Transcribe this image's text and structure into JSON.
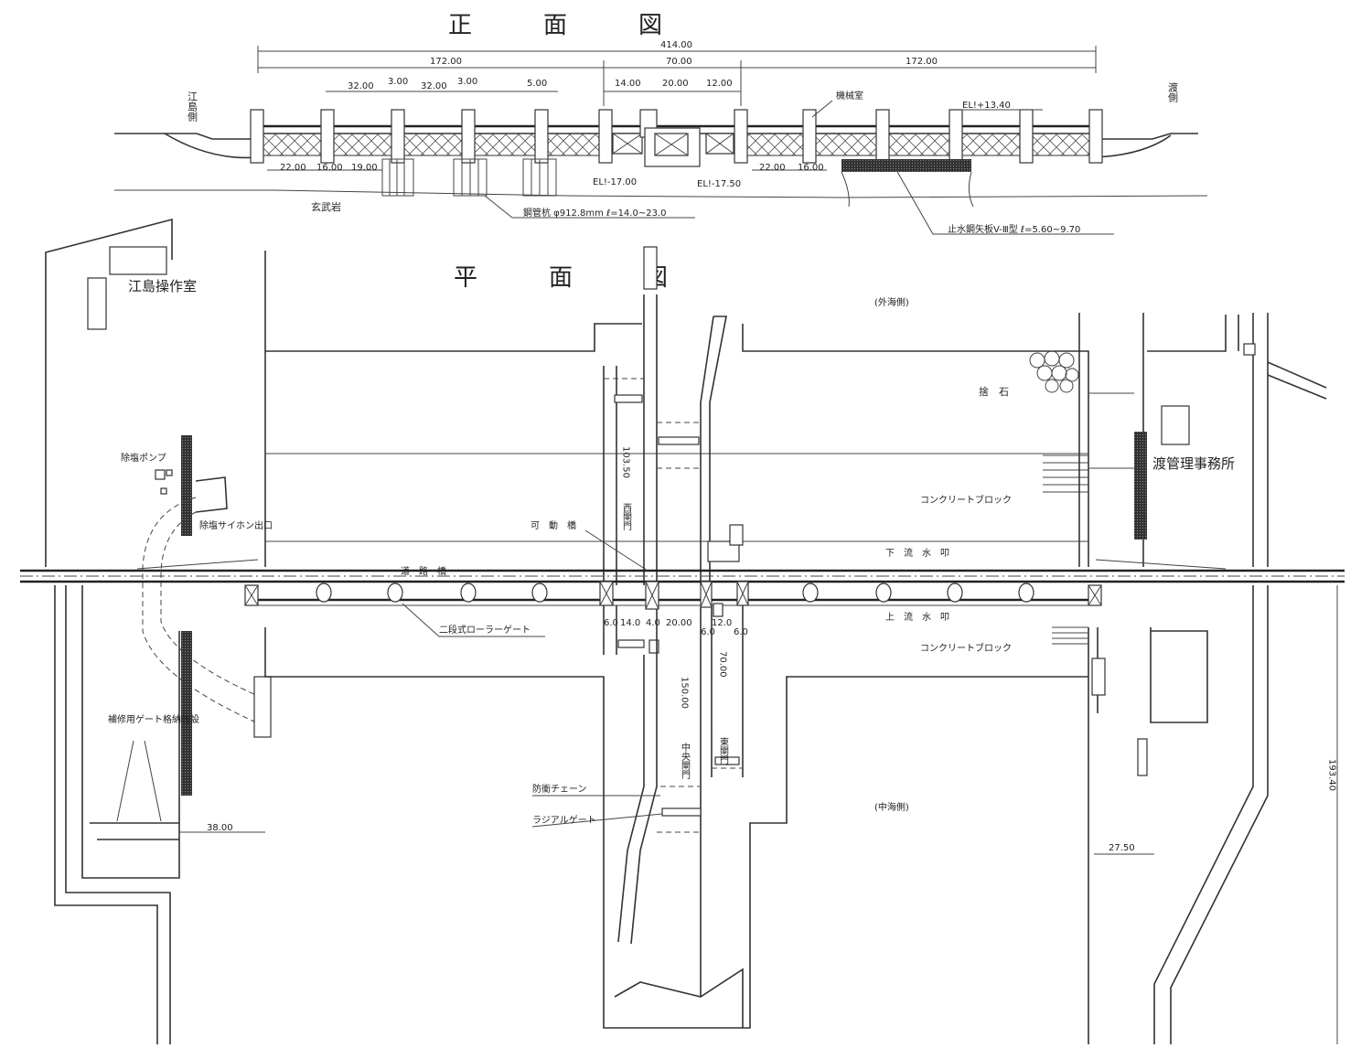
{
  "titles": {
    "elevation": "正　面　図",
    "plan": "平　面　図"
  },
  "elevation": {
    "overall": "414.00",
    "spans": [
      "172.00",
      "70.00",
      "172.00"
    ],
    "upper_dims": [
      "32.00",
      "3.00",
      "32.00",
      "3.00",
      "5.00",
      "14.00",
      "20.00",
      "12.00"
    ],
    "lower_dims_left": [
      "22.00",
      "16.00",
      "19.00"
    ],
    "lower_dims_right": [
      "22.00",
      "16.00"
    ],
    "left_side": "江島側",
    "right_side": "渡側",
    "el_left": "EL!-17.00",
    "el_mid": "EL!-17.50",
    "el_top": "EL!+13.40",
    "machine_room": "機械室",
    "rock": "玄武岩",
    "pile_note": "鋼管杭 φ912.8mm ℓ=14.0~23.0",
    "sheet_pile_note": "止水鋼矢板V-Ⅲ型 ℓ=5.60~9.70"
  },
  "plan": {
    "ejima_room": "江島操作室",
    "outer_sea": "(外海側)",
    "inner_sea": "(中海側)",
    "riprap": "捨　石",
    "office": "渡管理事務所",
    "concrete_block_top": "コンクリートブロック",
    "concrete_block_bottom": "コンクリートブロック",
    "pump": "除塩ポンプ",
    "siphon": "除塩サイホン出口",
    "movable_bridge": "可　動　橋",
    "road_bridge": "道　路　橋",
    "downstream": "下　流　水　叩",
    "upstream": "上　流　水　叩",
    "roller_gate": "二段式ローラーゲート",
    "repair_gate": "補修用ゲート格納施設",
    "anti_collision": "防衝チェーン",
    "radial_gate": "ラジアルゲート",
    "west_lock": "西閘門",
    "west_lock_len": "103.50",
    "central_lock": "中央閘門",
    "central_lock_len": "150.00",
    "east_lock": "東閘門",
    "east_lock_len": "70.00",
    "lock_widths": [
      "6.0",
      "14.0",
      "4.0",
      "20.00",
      "6.0",
      "12.0",
      "6.0"
    ],
    "dim_left": "38.00",
    "dim_right": "27.50",
    "dim_vertical": "193.40"
  }
}
